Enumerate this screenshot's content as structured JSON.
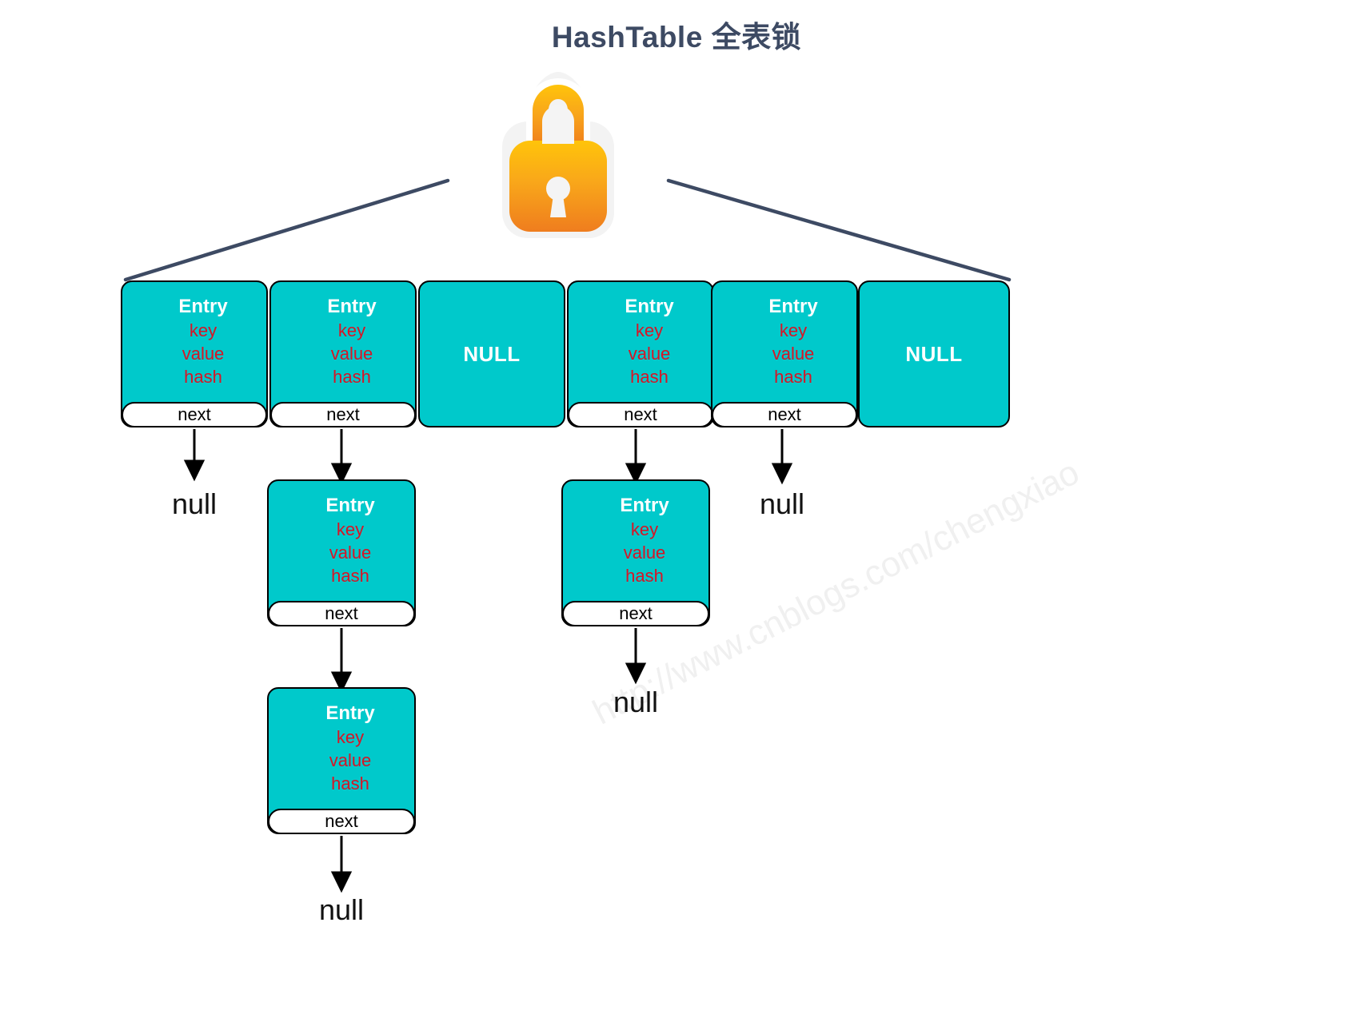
{
  "title": "HashTable 全表锁",
  "colors": {
    "title_color": "#3d4a63",
    "cell_fill": "#00c9cb",
    "cell_border": "#000000",
    "entry_label_color": "#ffffff",
    "field_color": "#d81425",
    "connector_color": "#3d4a63",
    "arrow_color": "#000000",
    "lock_gradient_start": "#ffc107",
    "lock_gradient_end": "#f07c1c",
    "watermark_color": "#f0f0f0"
  },
  "lock": {
    "icon": "padlock-icon",
    "label": "lock"
  },
  "watermark": {
    "text": "http://www.cnblogs.com/chengxiao"
  },
  "labels": {
    "entry": "Entry",
    "key": "key",
    "value": "value",
    "hash": "hash",
    "next": "next",
    "null_cell": "NULL",
    "null_terminal": "null"
  },
  "table": {
    "name": "hashtable-bucket-array",
    "buckets": [
      {
        "index": 0,
        "type": "entry",
        "label": "Entry",
        "fields": [
          "key",
          "value",
          "hash"
        ],
        "next_label": "next"
      },
      {
        "index": 1,
        "type": "entry",
        "label": "Entry",
        "fields": [
          "key",
          "value",
          "hash"
        ],
        "next_label": "next"
      },
      {
        "index": 2,
        "type": "null",
        "label": "NULL"
      },
      {
        "index": 3,
        "type": "entry",
        "label": "Entry",
        "fields": [
          "key",
          "value",
          "hash"
        ],
        "next_label": "next"
      },
      {
        "index": 4,
        "type": "entry",
        "label": "Entry",
        "fields": [
          "key",
          "value",
          "hash"
        ],
        "next_label": "next"
      },
      {
        "index": 5,
        "type": "null",
        "label": "NULL"
      }
    ]
  },
  "chains": {
    "bucket0": {
      "terminal": "null"
    },
    "bucket1": {
      "nodes": [
        {
          "label": "Entry",
          "fields": [
            "key",
            "value",
            "hash"
          ],
          "next_label": "next"
        },
        {
          "label": "Entry",
          "fields": [
            "key",
            "value",
            "hash"
          ],
          "next_label": "next"
        }
      ],
      "terminal": "null"
    },
    "bucket3": {
      "nodes": [
        {
          "label": "Entry",
          "fields": [
            "key",
            "value",
            "hash"
          ],
          "next_label": "next"
        }
      ],
      "terminal": "null"
    },
    "bucket4": {
      "terminal": "null"
    }
  }
}
